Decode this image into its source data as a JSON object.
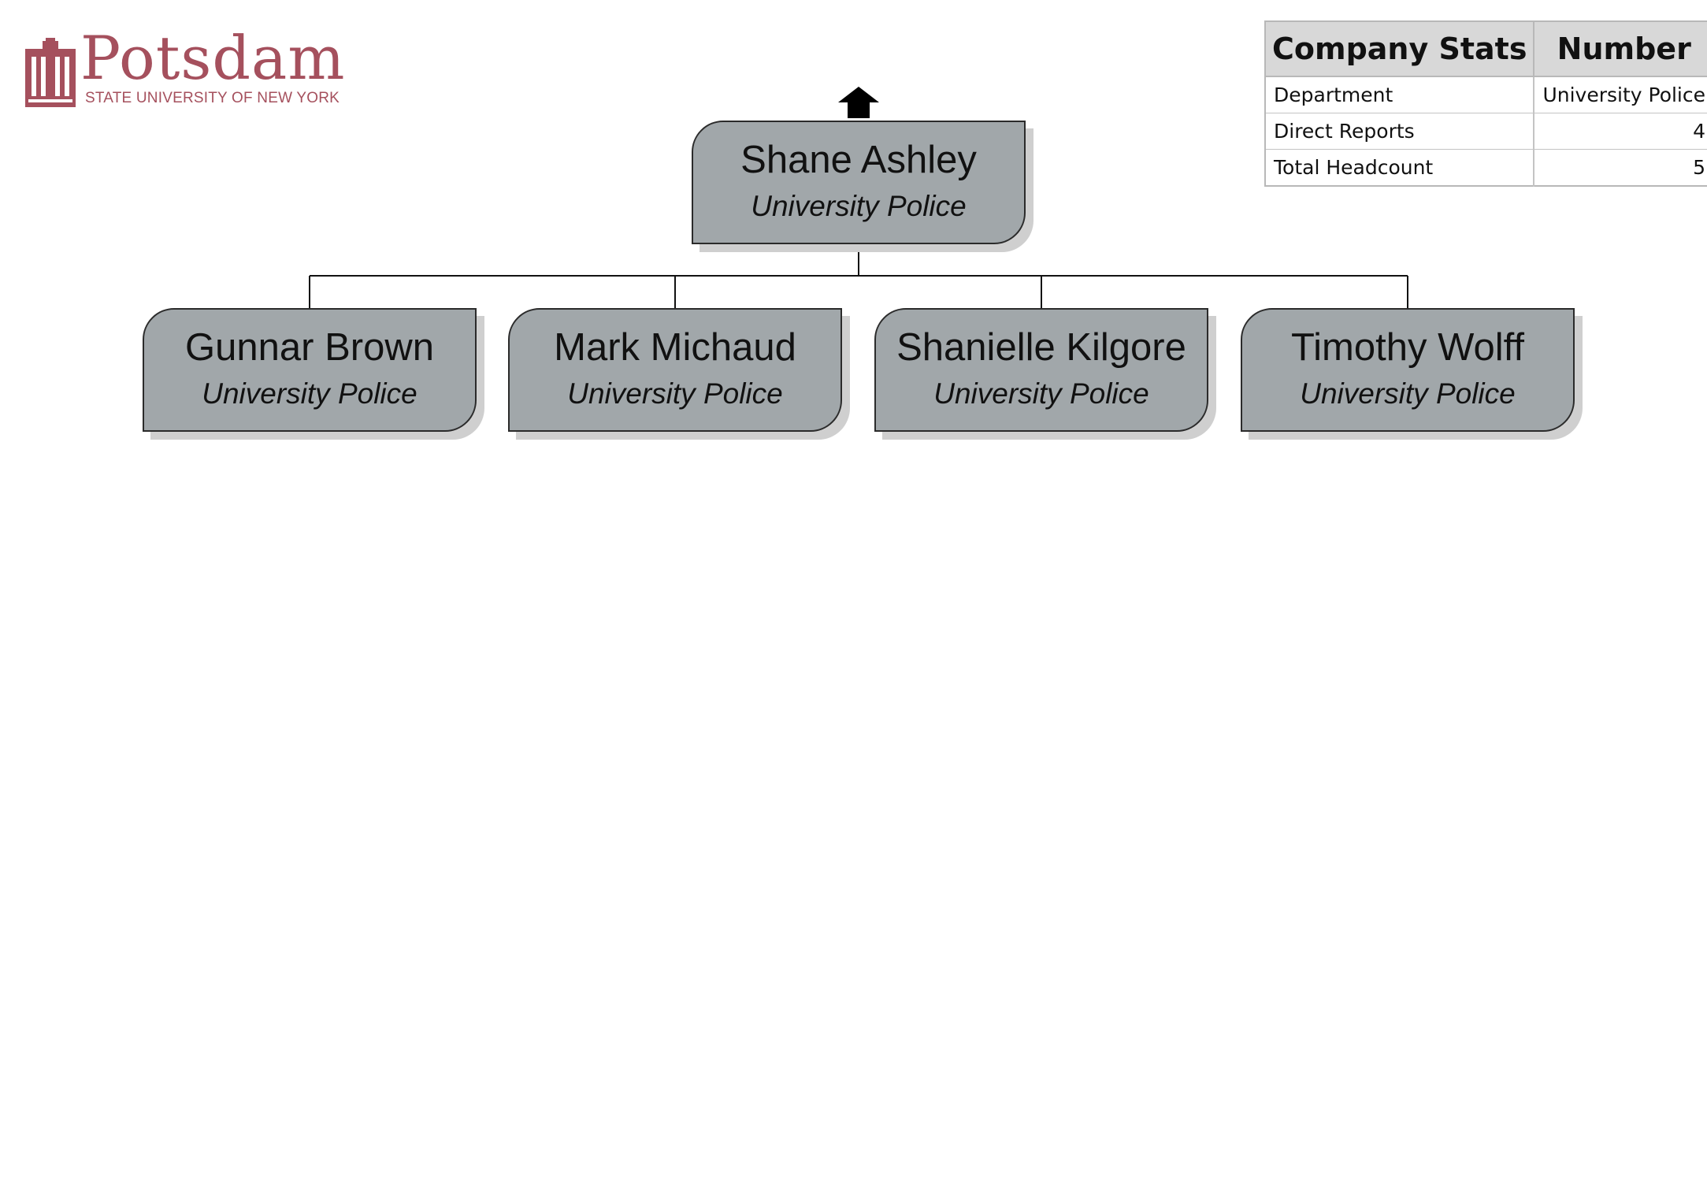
{
  "logo": {
    "wordmark": "Potsdam",
    "subtitle": "STATE UNIVERSITY OF NEW YORK",
    "color": "#a5505d"
  },
  "stats": {
    "headers": [
      "Company Stats",
      "Number"
    ],
    "rows": [
      {
        "label": "Department",
        "value": "University Police"
      },
      {
        "label": "Direct Reports",
        "value": "4"
      },
      {
        "label": "Total Headcount",
        "value": "5"
      }
    ]
  },
  "org": {
    "up_icon": "up-arrow-icon",
    "box_color": "#a1a7aa",
    "root": {
      "name": "Shane Ashley",
      "dept": "University Police"
    },
    "reports": [
      {
        "name": "Gunnar Brown",
        "dept": "University Police"
      },
      {
        "name": "Mark Michaud",
        "dept": "University Police"
      },
      {
        "name": "Shanielle Kilgore",
        "dept": "University Police"
      },
      {
        "name": "Timothy Wolff",
        "dept": "University Police"
      }
    ]
  }
}
